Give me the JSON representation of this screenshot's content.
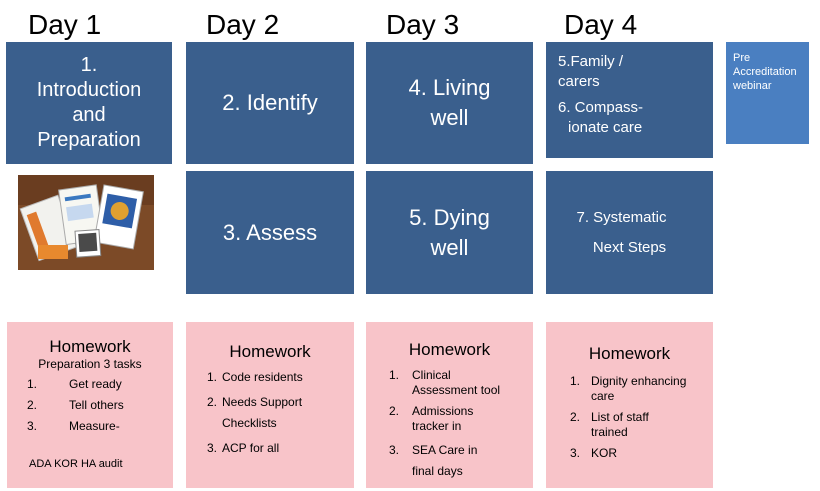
{
  "days": [
    "Day 1",
    "Day 2",
    "Day 3",
    "Day 4"
  ],
  "tiles": {
    "introduction": [
      "1.",
      "Introduction",
      "and",
      "Preparation"
    ],
    "identify": "2.  Identify",
    "assess": "3. Assess",
    "living_well": [
      "4. Living",
      "well"
    ],
    "dying_well": [
      "5. Dying",
      "well"
    ],
    "family_carers": [
      "5.Family /",
      "carers"
    ],
    "compassionate_care": [
      "6.  Compass-",
      "ionate care"
    ],
    "systematic": [
      "7. Systematic",
      "Next Steps"
    ]
  },
  "webinar": [
    "Pre",
    "Accreditation",
    "webinar"
  ],
  "homework": [
    {
      "title": "Homework",
      "subtitle": "Preparation 3 tasks",
      "items": [
        {
          "num": "1.",
          "text": "Get ready"
        },
        {
          "num": "2.",
          "text": "Tell others"
        },
        {
          "num": "3.",
          "text": "Measure-"
        }
      ],
      "footer": "ADA KOR HA audit"
    },
    {
      "title": "Homework",
      "items": [
        {
          "num": "1.",
          "text": "Code residents"
        },
        {
          "num": "2.",
          "text": "Needs Support Checklists"
        },
        {
          "num": "3.",
          "text": "ACP for all"
        }
      ]
    },
    {
      "title": "Homework",
      "items": [
        {
          "num": "1.",
          "text": "Clinical Assessment tool"
        },
        {
          "num": "2.",
          "text": "Admissions tracker in"
        },
        {
          "num": "3.",
          "text": "SEA Care in final days"
        }
      ]
    },
    {
      "title": "Homework",
      "items": [
        {
          "num": "1.",
          "text": "Dignity enhancing care"
        },
        {
          "num": "2.",
          "text": "List of staff trained"
        },
        {
          "num": "3.",
          "text": "KOR"
        }
      ]
    }
  ]
}
